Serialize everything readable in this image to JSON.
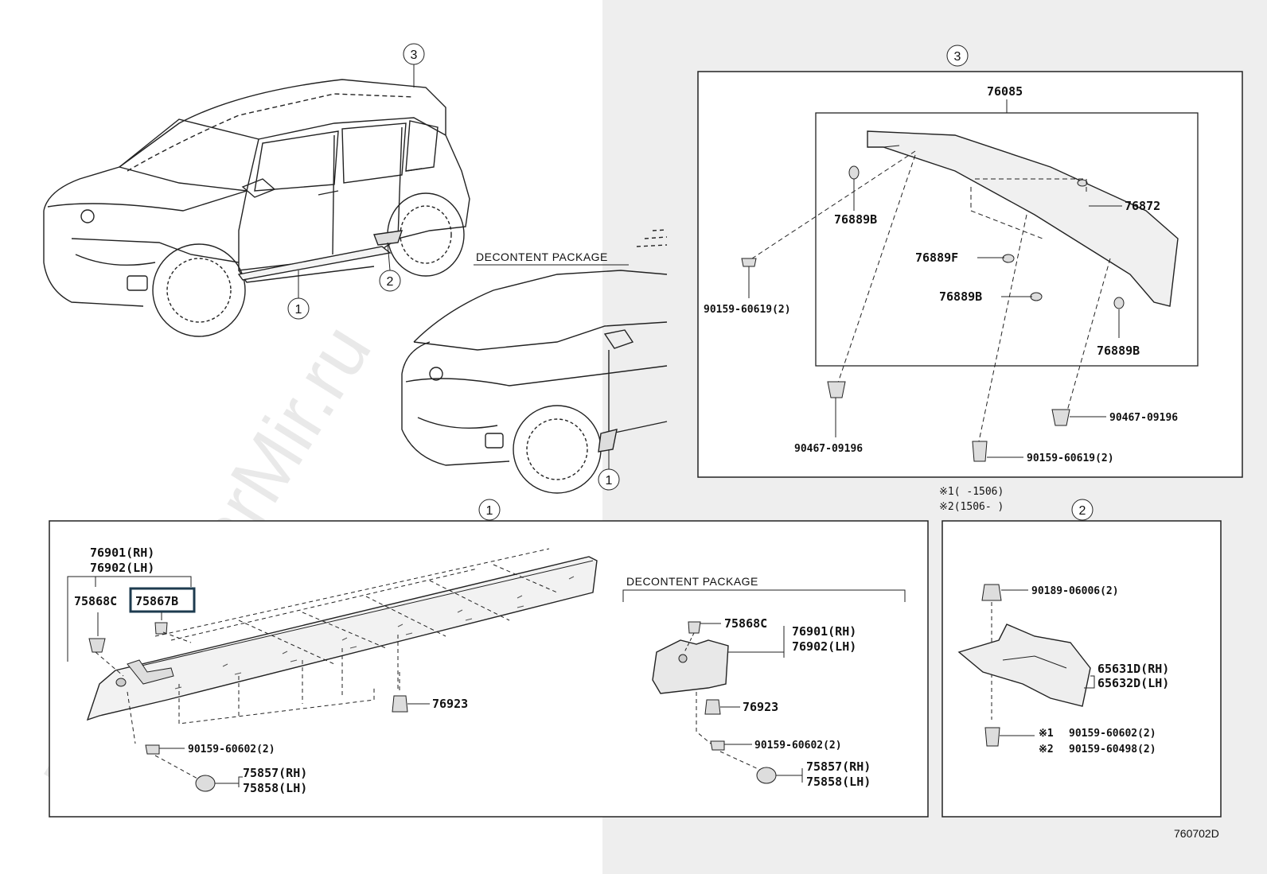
{
  "watermark": "ToyotaCarMir.ru",
  "diagram_code": "760702D",
  "callouts": {
    "one": "1",
    "two": "2",
    "three": "3"
  },
  "captions": {
    "decontent_top": "DECONTENT PACKAGE",
    "decontent_panel": "DECONTENT PACKAGE"
  },
  "notes": {
    "note1": "※1(      -1506)",
    "note2": "※2(1506-      )"
  },
  "panel3_parts": {
    "spoiler": "76085",
    "clip_left": "76889B",
    "clip_center_f": "76889F",
    "clip_center_b": "76889B",
    "clip_right": "76889B",
    "cap": "76872",
    "screw_left": "90159-60619(2)",
    "screw_bottom": "90159-60619(2)",
    "nut_left": "90467-09196",
    "nut_right": "90467-09196"
  },
  "panel1_parts": {
    "rocker_rh": "76901(RH)",
    "rocker_lh": "76902(LH)",
    "clip_c": "75868C",
    "clip_b": "75867B",
    "retainer": "76923",
    "screw": "90159-60602(2)",
    "cap_rh": "75857(RH)",
    "cap_lh": "75858(LH)"
  },
  "decontent_parts": {
    "clip_c": "75868C",
    "guard_rh": "76901(RH)",
    "guard_lh": "76902(LH)",
    "retainer": "76923",
    "screw": "90159-60602(2)",
    "cap_rh": "75857(RH)",
    "cap_lh": "75858(LH)"
  },
  "panel2_parts": {
    "nut": "90189-06006(2)",
    "mudguard_rh": "65631D(RH)",
    "mudguard_lh": "65632D(LH)",
    "screw1_mark": "※1",
    "screw1": "90159-60602(2)",
    "screw2_mark": "※2",
    "screw2": "90159-60498(2)"
  }
}
